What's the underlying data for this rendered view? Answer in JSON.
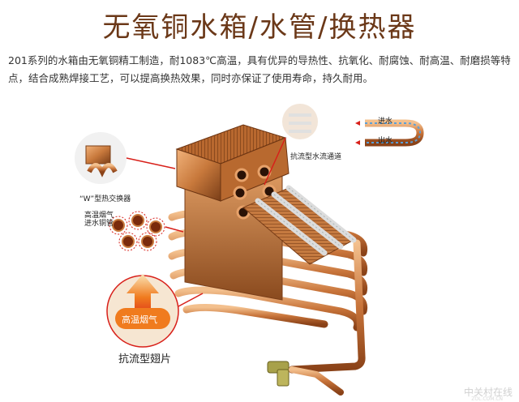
{
  "title": "无氧铜水箱/水管/换热器",
  "intro": "201系列的水箱由无氧铜精工制造，耐1083℃高温，具有优异的导热性、抗氧化、耐腐蚀、耐高温、耐磨损等特点，结合成熟焊接工艺，可以提高换热效果，同时亦保证了使用寿命，持久耐用。",
  "labels": {
    "w_exchanger": "“W”型热交换器",
    "flue_tube_1": "高温烟气",
    "flue_tube_2": "进水铜管",
    "water_in": "进水",
    "water_out": "出水",
    "channel": "抗流型水流通道",
    "hot_gas": "高温烟气",
    "fin": "抗流型翅片"
  },
  "watermark": {
    "cn": "中关村在线",
    "en": "ZOL.COM.CN"
  },
  "colors": {
    "title": "#6b3818",
    "copper": "#c8793c",
    "copper_dark": "#8a4a1e",
    "accent_red": "#d8201a",
    "orange": "#f07b1e"
  }
}
